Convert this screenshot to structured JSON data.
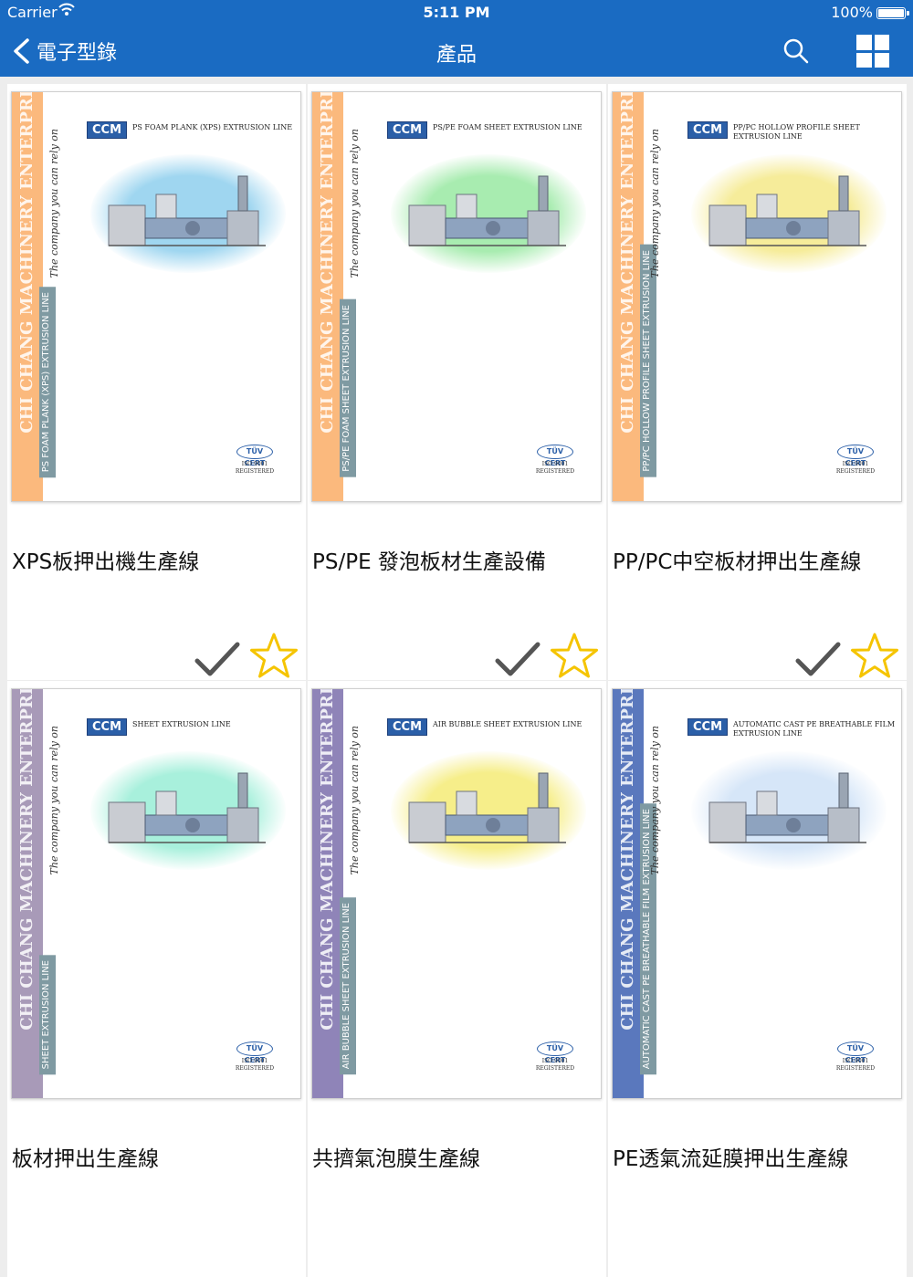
{
  "status_bar": {
    "carrier": "Carrier",
    "time": "5:11 PM",
    "battery": "100%"
  },
  "nav": {
    "back_label": "電子型錄",
    "title": "產品"
  },
  "colors": {
    "nav_bar": "#1a6bc2",
    "star": "#f5c400",
    "check": "#555555"
  },
  "products": [
    {
      "name": "XPS板押出機生產線",
      "cover_heading": "PS FOAM PLANK (XPS) EXTRUSION LINE",
      "cover_tag": "PS FOAM PLANK (XPS) EXTRUSION LINE",
      "cover_slogan": "The company you can rely on",
      "stripe_text": "CHI CHANG MACHINERY ENTERPRISE",
      "logo": "CCM",
      "cert_mark": "TÜV CERT",
      "cert_text": "ISO 9001 REGISTERED",
      "stripe_color": "#fbb97d",
      "glow_color": "#9fd6f0"
    },
    {
      "name": "PS/PE 發泡板材生產設備",
      "cover_heading": "PS/PE FOAM SHEET EXTRUSION LINE",
      "cover_tag": "PS/PE FOAM SHEET EXTRUSION LINE",
      "cover_slogan": "The company you can rely on",
      "stripe_text": "CHI CHANG MACHINERY ENTERPRISE",
      "logo": "CCM",
      "cert_mark": "TÜV CERT",
      "cert_text": "ISO 9001 REGISTERED",
      "stripe_color": "#fbb97d",
      "glow_color": "#a8ecb0"
    },
    {
      "name": "PP/PC中空板材押出生產線",
      "cover_heading": "PP/PC HOLLOW PROFILE SHEET EXTRUSION LINE",
      "cover_tag": "PP/PC HOLLOW PROFILE SHEET EXTRUSION LINE",
      "cover_slogan": "The company you can rely on",
      "stripe_text": "CHI CHANG MACHINERY ENTERPRISE",
      "logo": "CCM",
      "cert_mark": "TÜV CERT",
      "cert_text": "ISO 9001 REGISTERED",
      "stripe_color": "#fbb97d",
      "glow_color": "#f6ec9a"
    },
    {
      "name": "板材押出生產線",
      "cover_heading": "SHEET EXTRUSION LINE",
      "cover_tag": "SHEET EXTRUSION LINE",
      "cover_slogan": "The company you can rely on",
      "stripe_text": "CHI CHANG MACHINERY ENTERPRISE",
      "logo": "CCM",
      "cert_mark": "TÜV CERT",
      "cert_text": "ISO 9001 REGISTERED",
      "stripe_color": "#a89ab8",
      "glow_color": "#a8f0dc"
    },
    {
      "name": "共擠氣泡膜生產線",
      "cover_heading": "AIR BUBBLE SHEET EXTRUSION LINE",
      "cover_tag": "AIR BUBBLE SHEET EXTRUSION LINE",
      "cover_slogan": "The company you can rely on",
      "stripe_text": "CHI CHANG MACHINERY ENTERPRISE",
      "logo": "CCM",
      "cert_mark": "TÜV CERT",
      "cert_text": "ISO 9001 REGISTERED",
      "stripe_color": "#8f84b8",
      "glow_color": "#f6ee8a"
    },
    {
      "name": "PE透氣流延膜押出生產線",
      "cover_heading": "AUTOMATIC CAST PE BREATHABLE FILM EXTRUSION LINE",
      "cover_tag": "AUTOMATIC CAST PE BREATHABLE FILM EXTRUSION LINE",
      "cover_slogan": "The company you can rely on",
      "stripe_text": "CHI CHANG MACHINERY ENTERPRISE",
      "logo": "CCM",
      "cert_mark": "TÜV CERT",
      "cert_text": "ISO 9001 REGISTERED",
      "stripe_color": "#5a78bd",
      "glow_color": "#d6e6f8"
    }
  ]
}
